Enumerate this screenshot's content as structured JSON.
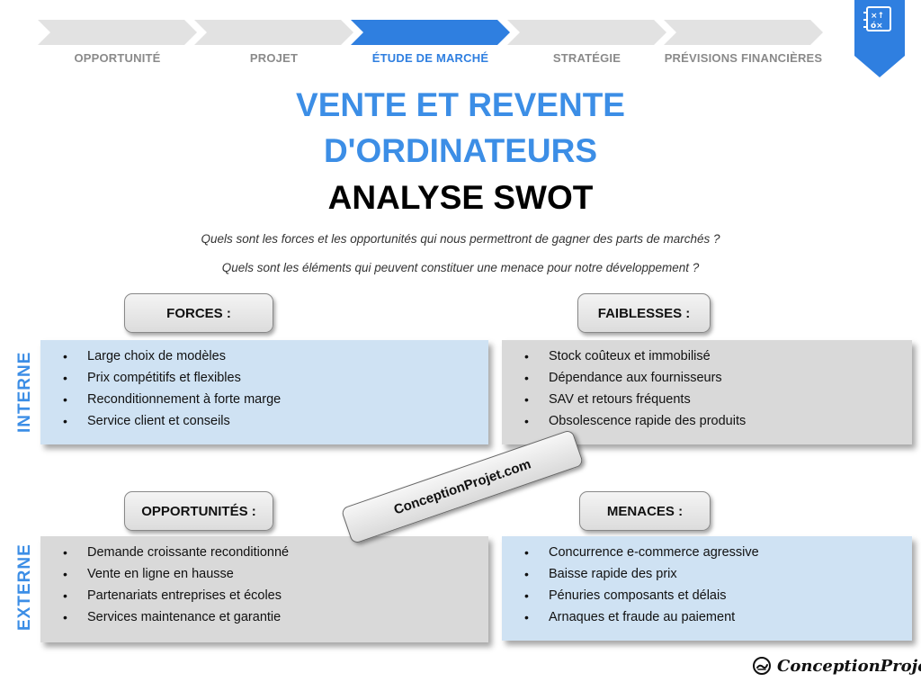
{
  "steps": [
    {
      "label": "OPPORTUNITÉ",
      "active": false
    },
    {
      "label": "PROJET",
      "active": false
    },
    {
      "label": "ÉTUDE DE MARCHÉ",
      "active": true
    },
    {
      "label": "STRATÉGIE",
      "active": false
    },
    {
      "label": "PRÉVISIONS FINANCIÈRES",
      "active": false
    }
  ],
  "title": {
    "line1": "VENTE ET REVENTE",
    "line2": "D'ORDINATEURS",
    "line3": "ANALYSE SWOT"
  },
  "questions": {
    "q1": "Quels sont les forces et les opportunités qui nous permettront de gagner des parts de marchés ?",
    "q2": "Quels sont les éléments qui peuvent constituer une menace pour notre développement ?"
  },
  "side_labels": {
    "internal": "INTERNE",
    "external": "EXTERNE"
  },
  "forces": {
    "header": "FORCES :",
    "items": [
      "Large choix de modèles",
      "Prix compétitifs et flexibles",
      "Reconditionnement à forte marge",
      "Service client et conseils"
    ]
  },
  "faiblesses": {
    "header": "FAIBLESSES :",
    "items": [
      "Stock coûteux et immobilisé",
      "Dépendance aux fournisseurs",
      "SAV et retours fréquents",
      "Obsolescence rapide des produits"
    ]
  },
  "opportunites": {
    "header": "OPPORTUNITÉS :",
    "items": [
      "Demande croissante reconditionné",
      "Vente en ligne en hausse",
      "Partenariats entreprises et écoles",
      "Services maintenance et garantie"
    ]
  },
  "menaces": {
    "header": "MENACES :",
    "items": [
      "Concurrence e-commerce agressive",
      "Baisse rapide des prix",
      "Pénuries composants et délais",
      "Arnaques et fraude au paiement"
    ]
  },
  "watermark": "ConceptionProjet.com",
  "logo": {
    "text": "ConceptionProjet",
    "icon": "hand-drawn-logo-icon"
  },
  "bookmark": {
    "icon": "strategy-board-icon"
  },
  "colors": {
    "accent": "#3c8ee6",
    "step_active": "#2f7fe0",
    "step_inactive": "#e3e3e3",
    "box_blue": "#cfe2f3",
    "box_grey": "#d9d9d9"
  }
}
